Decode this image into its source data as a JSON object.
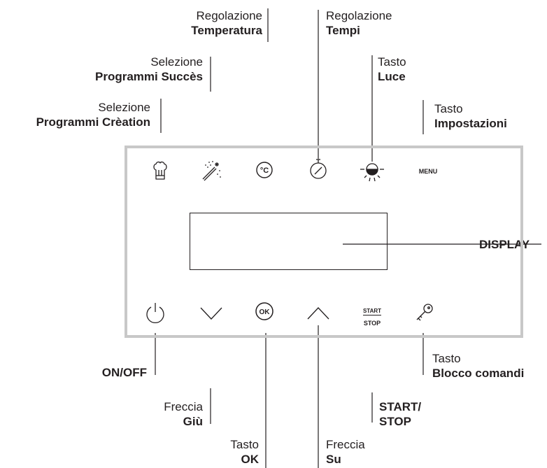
{
  "labels": {
    "temperatura": {
      "line1": "Regolazione",
      "line2": "Temperatura"
    },
    "tempi": {
      "line1": "Regolazione",
      "line2": "Tempi"
    },
    "successo": {
      "line1": "Selezione",
      "line2": "Programmi Succès"
    },
    "luce": {
      "line1": "Tasto",
      "line2": "Luce"
    },
    "creation": {
      "line1": "Selezione",
      "line2": "Programmi Crèation"
    },
    "impostazioni": {
      "line1": "Tasto",
      "line2": "Impostazioni"
    },
    "display": {
      "line1": "DISPLAY"
    },
    "onoff": {
      "line1": "ON/OFF"
    },
    "blocco": {
      "line1": "Tasto",
      "line2": "Blocco comandi"
    },
    "giu": {
      "line1": "Freccia",
      "line2": "Giù"
    },
    "startstop": {
      "line1": "START/",
      "line2": "STOP"
    },
    "ok": {
      "line1": "Tasto",
      "line2": "OK"
    },
    "su": {
      "line1": "Freccia",
      "line2": "Su"
    }
  },
  "panel_buttons": {
    "menu": "MENU",
    "start": "START",
    "stop": "STOP",
    "ok": "OK"
  }
}
